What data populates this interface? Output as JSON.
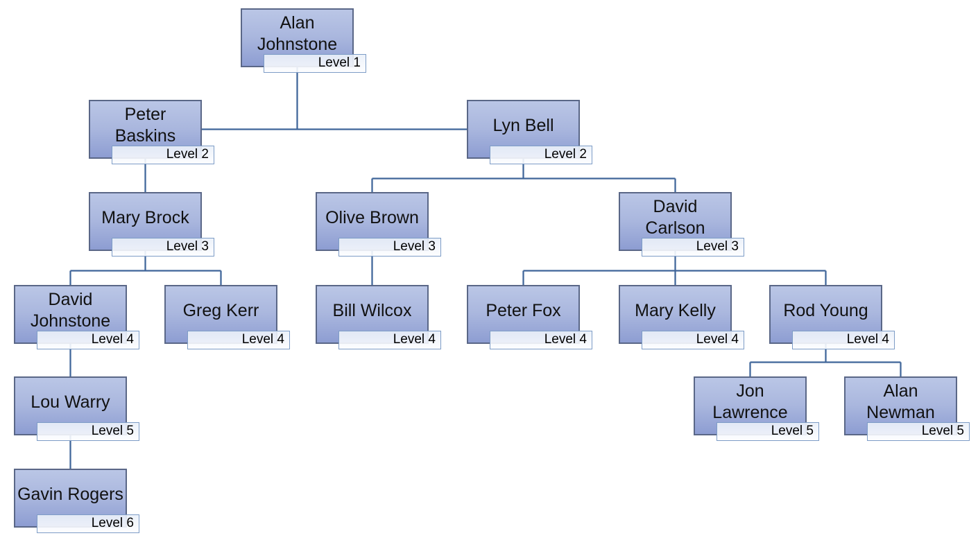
{
  "diagram": {
    "type": "org-chart",
    "colors": {
      "node_fill_top": "#bac6e6",
      "node_fill_bottom": "#8d9dd2",
      "node_border": "#5a6787",
      "label_fill": "#f3f7fc",
      "label_border": "#7d9cc6",
      "connector": "#3f6599",
      "text": "#111111",
      "background": "#ffffff"
    },
    "nodes": [
      {
        "id": "alan-johnstone",
        "name": "Alan Johnstone",
        "lines": [
          "Alan",
          "Johnstone"
        ],
        "level_label": "Level 1",
        "parent": null
      },
      {
        "id": "peter-baskins",
        "name": "Peter Baskins",
        "lines": [
          "Peter",
          "Baskins"
        ],
        "level_label": "Level 2",
        "parent": "alan-johnstone"
      },
      {
        "id": "lyn-bell",
        "name": "Lyn Bell",
        "lines": [
          "Lyn Bell"
        ],
        "level_label": "Level 2",
        "parent": "alan-johnstone"
      },
      {
        "id": "mary-brock",
        "name": "Mary Brock",
        "lines": [
          "Mary Brock"
        ],
        "level_label": "Level 3",
        "parent": "peter-baskins"
      },
      {
        "id": "olive-brown",
        "name": "Olive Brown",
        "lines": [
          "Olive Brown"
        ],
        "level_label": "Level 3",
        "parent": "lyn-bell"
      },
      {
        "id": "david-carlson",
        "name": "David Carlson",
        "lines": [
          "David",
          "Carlson"
        ],
        "level_label": "Level 3",
        "parent": "lyn-bell"
      },
      {
        "id": "david-johnstone",
        "name": "David Johnstone",
        "lines": [
          "David",
          "Johnstone"
        ],
        "level_label": "Level 4",
        "parent": "mary-brock"
      },
      {
        "id": "greg-kerr",
        "name": "Greg Kerr",
        "lines": [
          "Greg Kerr"
        ],
        "level_label": "Level 4",
        "parent": "mary-brock"
      },
      {
        "id": "bill-wilcox",
        "name": "Bill Wilcox",
        "lines": [
          "Bill Wilcox"
        ],
        "level_label": "Level 4",
        "parent": "olive-brown"
      },
      {
        "id": "peter-fox",
        "name": "Peter Fox",
        "lines": [
          "Peter Fox"
        ],
        "level_label": "Level 4",
        "parent": "david-carlson"
      },
      {
        "id": "mary-kelly",
        "name": "Mary Kelly",
        "lines": [
          "Mary Kelly"
        ],
        "level_label": "Level 4",
        "parent": "david-carlson"
      },
      {
        "id": "rod-young",
        "name": "Rod Young",
        "lines": [
          "Rod Young"
        ],
        "level_label": "Level 4",
        "parent": "david-carlson"
      },
      {
        "id": "lou-warry",
        "name": "Lou Warry",
        "lines": [
          "Lou Warry"
        ],
        "level_label": "Level 5",
        "parent": "david-johnstone"
      },
      {
        "id": "jon-lawrence",
        "name": "Jon Lawrence",
        "lines": [
          "Jon",
          "Lawrence"
        ],
        "level_label": "Level 5",
        "parent": "rod-young"
      },
      {
        "id": "alan-newman",
        "name": "Alan Newman",
        "lines": [
          "Alan",
          "Newman"
        ],
        "level_label": "Level 5",
        "parent": "rod-young"
      },
      {
        "id": "gavin-rogers",
        "name": "Gavin Rogers",
        "lines": [
          "Gavin Rogers"
        ],
        "level_label": "Level 6",
        "parent": "lou-warry"
      }
    ]
  }
}
